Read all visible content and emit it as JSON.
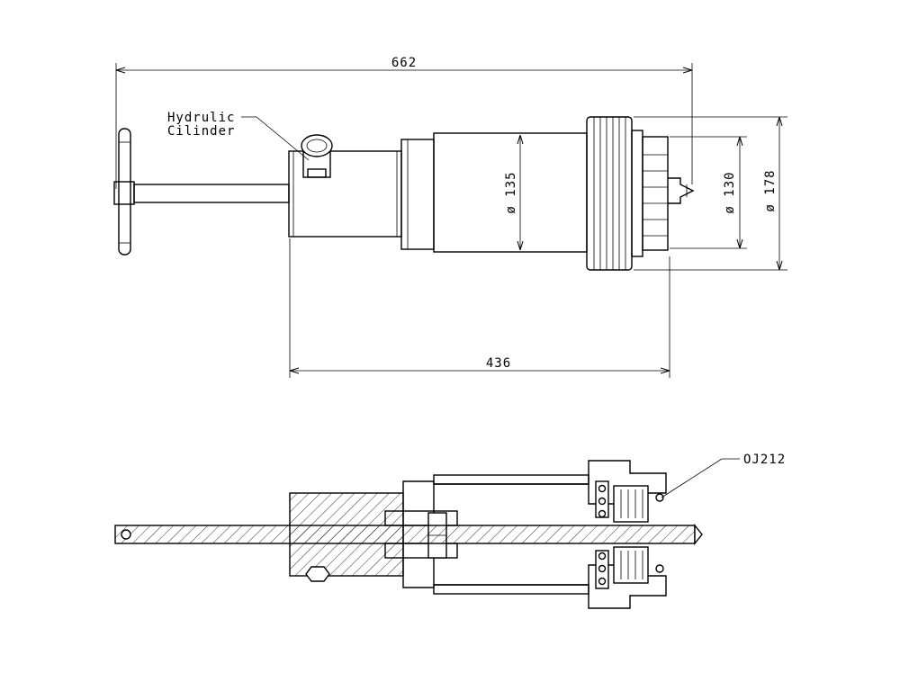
{
  "labels": {
    "overall_length": "662",
    "body_length": "436",
    "dia_135": "ø 135",
    "dia_130": "ø 130",
    "dia_178": "ø 178",
    "hydraulic_line1": "Hydrulic",
    "hydraulic_line2": "Cilinder",
    "part_code": "OJ212"
  },
  "colors": {
    "line": "#000000",
    "background": "#ffffff"
  }
}
